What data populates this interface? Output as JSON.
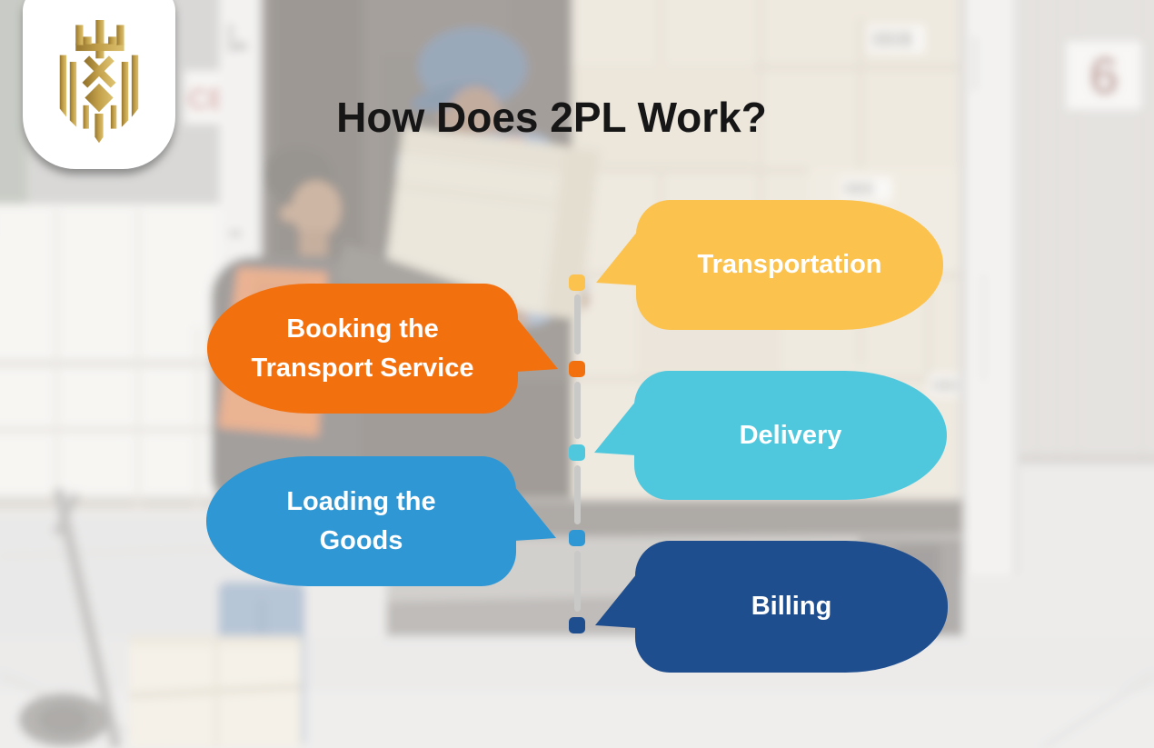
{
  "title": "How Does 2PL Work?",
  "logo": {
    "icon": "gold-lion-crest",
    "gold_stops": [
      "#96762F",
      "#C3A14B",
      "#DCC06E"
    ],
    "card_bg": "#FFFFFF"
  },
  "background": {
    "dock_number": "6",
    "wall_sign_letters": "CE"
  },
  "timeline": {
    "line_color": "#C9C9C7"
  },
  "text_colors": {
    "title": "#161616",
    "bubble_text": "#FFFFFF"
  },
  "steps": [
    {
      "id": "transportation",
      "label": "Transportation",
      "lines": [
        "Transportation"
      ],
      "side": "right",
      "color": "#FBC24E"
    },
    {
      "id": "booking",
      "label": "Booking the Transport Service",
      "lines": [
        "Booking the",
        "Transport Service"
      ],
      "side": "left",
      "color": "#F3700E"
    },
    {
      "id": "delivery",
      "label": "Delivery",
      "lines": [
        "Delivery"
      ],
      "side": "right",
      "color": "#4FC8DE"
    },
    {
      "id": "loading",
      "label": "Loading the Goods",
      "lines": [
        "Loading the",
        "Goods"
      ],
      "side": "left",
      "color": "#2F97D4"
    },
    {
      "id": "billing",
      "label": "Billing",
      "lines": [
        "Billing"
      ],
      "side": "right",
      "color": "#1F4E8F"
    }
  ]
}
